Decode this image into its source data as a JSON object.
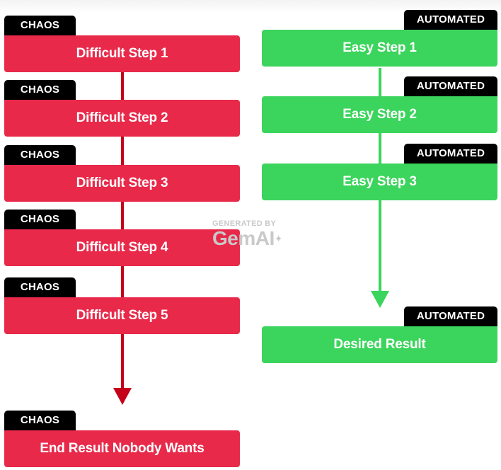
{
  "chaos": {
    "tag": "CHAOS",
    "steps": [
      "Difficult Step 1",
      "Difficult Step 2",
      "Difficult Step 3",
      "Difficult Step 4",
      "Difficult Step 5"
    ],
    "result": "End Result Nobody Wants",
    "color": "#e8294a",
    "line_color": "#c4001a"
  },
  "automated": {
    "tag": "AUTOMATED",
    "steps": [
      "Easy Step 1",
      "Easy Step 2",
      "Easy Step 3"
    ],
    "result": "Desired Result",
    "color": "#3bd45c"
  },
  "watermark": {
    "line1": "GENERATED BY",
    "line2": "GemAI",
    "star": "✦"
  }
}
